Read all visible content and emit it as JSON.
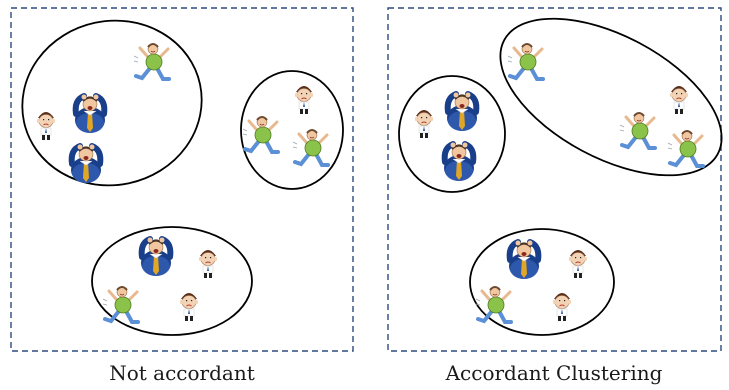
{
  "panels": [
    {
      "caption": "Not accordant",
      "clusters": [
        {
          "members": [
            "sad-man",
            "stressed-businessman",
            "stressed-businessman",
            "happy-man"
          ]
        },
        {
          "members": [
            "sad-man",
            "happy-man",
            "happy-man"
          ]
        },
        {
          "members": [
            "stressed-businessman",
            "sad-man",
            "sad-man",
            "happy-man"
          ]
        }
      ]
    },
    {
      "caption": "Accordant Clustering",
      "clusters": [
        {
          "members": [
            "sad-man",
            "stressed-businessman",
            "stressed-businessman"
          ]
        },
        {
          "members": [
            "happy-man",
            "sad-man",
            "happy-man",
            "happy-man"
          ]
        },
        {
          "members": [
            "stressed-businessman",
            "sad-man",
            "sad-man",
            "happy-man"
          ]
        }
      ]
    }
  ],
  "colors": {
    "panel_border": "#2e4a80",
    "ellipse_stroke": "#000000",
    "happy_shirt": "#8bc34a",
    "businessman_suit": "#1a3f8a",
    "sad_man_hair": "#5a2d1a"
  }
}
